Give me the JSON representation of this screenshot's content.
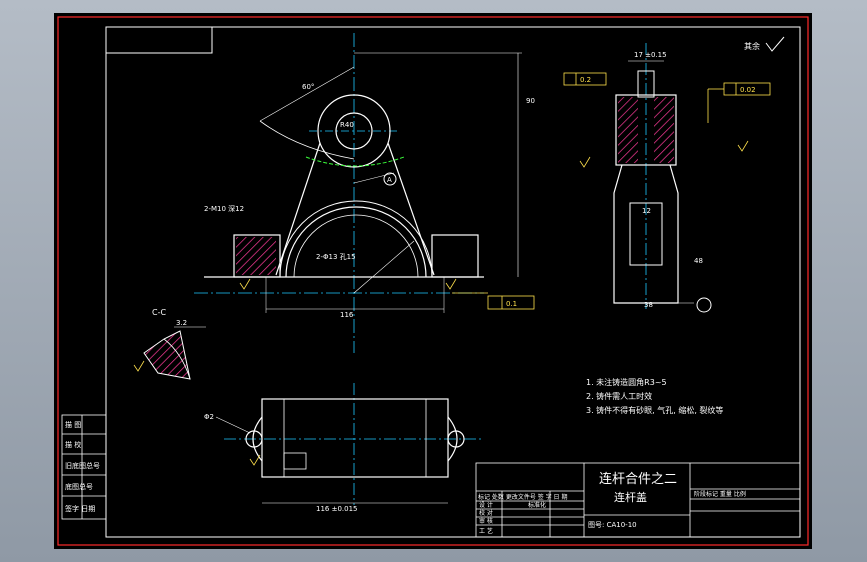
{
  "drawing": {
    "title_line1": "连杆合件之二",
    "title_line2": "连杆盖",
    "drawing_number": "图号: CA10-10",
    "roughness_rest": "其余"
  },
  "notes": [
    "1. 未注铸造圆角R3~5",
    "2. 铸件需人工时效",
    "3. 铸件不得有砂眼, 气孔, 缩松, 裂纹等"
  ],
  "section_label": "C-C",
  "datum_label": "A",
  "side_tbl": [
    "描 图",
    "描 校",
    "旧底图总号",
    "底图总号",
    "签字 日期"
  ],
  "title_block": {
    "revision_header": "标记 处数 更改文件号 签 字 日 期",
    "signoff_rows": [
      "设 计",
      "校 对",
      "审 核",
      "工 艺"
    ],
    "std_label": "标准化",
    "right_header": "阶段标记  重量  比例"
  },
  "dimensions": {
    "base_length": "116 ±0.015",
    "plan_width": "116",
    "slot_note": "2-M10 深12",
    "bore_note": "2-Φ13 孔15",
    "bore_dia": "Φ2",
    "pitch": "17 ±0.15",
    "height": "90",
    "angle": "60°",
    "radius": "R40",
    "gdt_top_value": "0.2",
    "gdt_mid_value": "0.02",
    "gdt_bottom_value": "0.1",
    "side_width": "38",
    "side_height": "48",
    "slot_width": "12",
    "section_dim": "3.2"
  },
  "colors": {
    "sheet_bg": "#000000",
    "line": "#ffffff",
    "center": "#1ec8ff",
    "dimension": "#ffe14d",
    "hatch": "#ff3b9a",
    "border": "#ff2a2a",
    "hidden": "#3cff3c"
  }
}
